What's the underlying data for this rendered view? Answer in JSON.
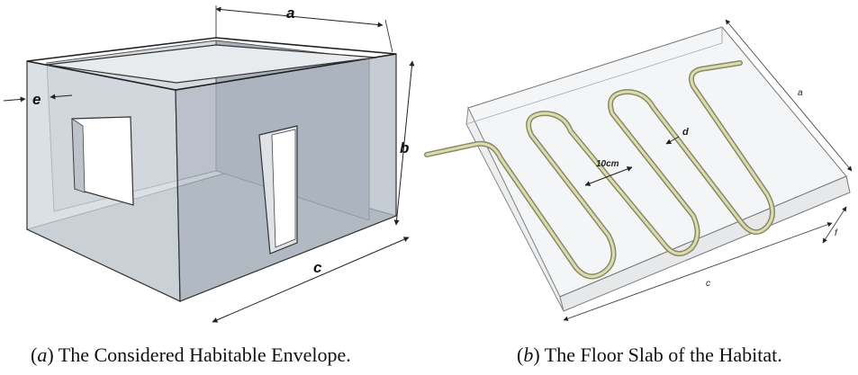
{
  "panel_a": {
    "labels": {
      "a": "a",
      "b": "b",
      "c": "c",
      "e": "e"
    },
    "caption": {
      "letter": "a",
      "text": " The Considered Habitable Envelope."
    }
  },
  "panel_b": {
    "labels": {
      "a": "a",
      "c": "c",
      "d": "d",
      "f": "f",
      "spacing": "10cm"
    },
    "caption": {
      "letter": "b",
      "text": " The Floor Slab of the Habitat."
    }
  },
  "colors": {
    "wall_fill": "#c9cfd6",
    "wall_dark": "#9aa3ad",
    "floor_fill": "#b4bbc3",
    "pipe_color": "#b8b88a",
    "line_color": "#333333"
  }
}
